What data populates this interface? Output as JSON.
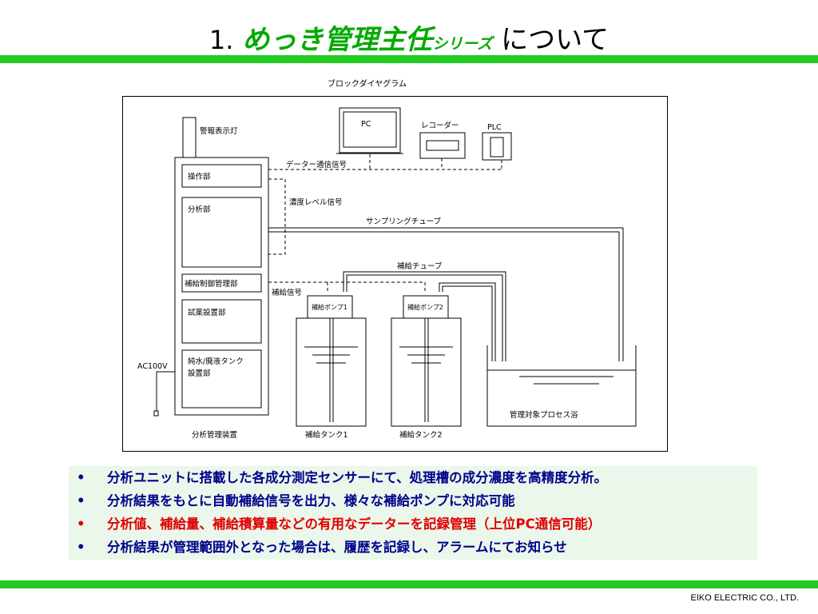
{
  "title": {
    "number": "1.",
    "emphasis": "めっき管理主任",
    "emphasis_suffix": "シリーズ",
    "rest": "について"
  },
  "colors": {
    "accent_green": "#22cc22",
    "bullet_blue": "#00008b",
    "bullet_red": "#e00000",
    "bullet_bg": "#eaf7ea"
  },
  "diagram": {
    "title": "ブロックダイヤグラム",
    "warning_light": "警報表示灯",
    "pc": "PC",
    "recorder": "レコーダー",
    "plc": "PLC",
    "data_signal": "データー通信信号",
    "concentration_signal": "濃度レベル信号",
    "sampling_tube": "サンプリングチューブ",
    "supply_tube": "補給チューブ",
    "supply_signal": "補給信号",
    "sections": {
      "operation": "操作部",
      "analysis": "分析部",
      "supply_control": "補給制御管理部",
      "reagent": "試薬設置部",
      "water_tank_1": "純水/廃液タンク",
      "water_tank_2": "設置部"
    },
    "ac_label": "AC100V",
    "analyzer_label": "分析管理装置",
    "pump1": "補給ポンプ1",
    "pump2": "補給ポンプ2",
    "tank1": "補給タンク1",
    "tank2": "補給タンク2",
    "process_bath": "管理対象プロセス浴"
  },
  "bullets": {
    "marker": "•",
    "items": [
      "分析ユニットに搭載した各成分測定センサーにて、処理槽の成分濃度を高精度分析。",
      "分析結果をもとに自動補給信号を出力、様々な補給ポンプに対応可能",
      "分析値、補給量、補給積算量などの有用なデーターを記録管理（上位PC通信可能）",
      "分析結果が管理範囲外となった場合は、履歴を記録し、アラームにてお知らせ"
    ]
  },
  "footer": "EIKO ELECTRIC CO., LTD."
}
